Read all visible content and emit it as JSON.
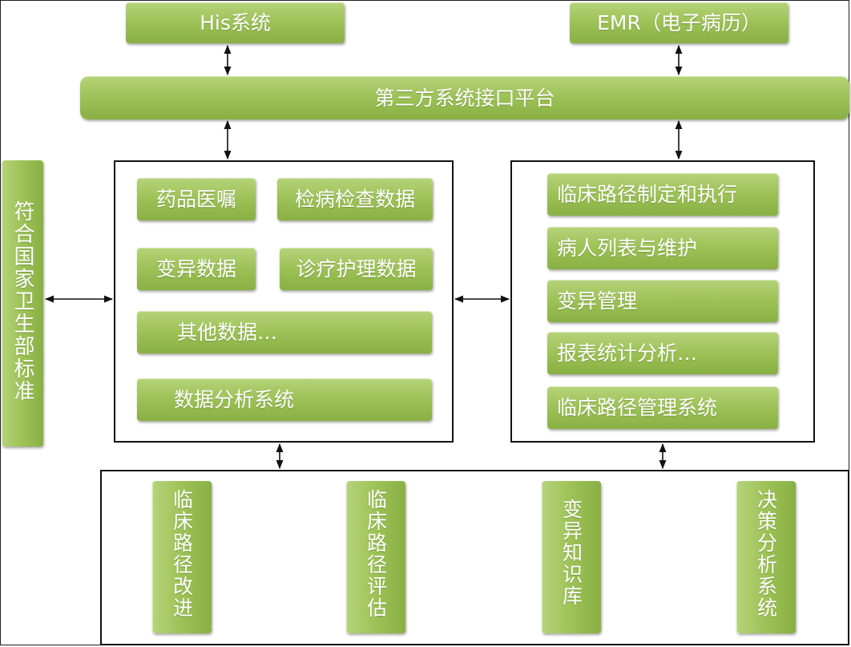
{
  "top": {
    "his": "His系统",
    "emr": "EMR（电子病历）"
  },
  "platform": "第三方系统接口平台",
  "standard": "符合国家卫生部标准",
  "data_system": {
    "items": [
      "药品医嘱",
      "检病检查数据",
      "变异数据",
      "诊疗护理数据",
      "其他数据…"
    ],
    "title": "数据分析系统"
  },
  "pathway_system": {
    "items": [
      "临床路径制定和执行",
      "病人列表与维护",
      "变异管理",
      "报表统计分析…"
    ],
    "title": "临床路径管理系统"
  },
  "bottom_modules": [
    "临床路径改进",
    "临床路径评估",
    "变异知识库",
    "决策分析系统"
  ],
  "colors": {
    "pill_green": "#9dc257",
    "pill_text": "#ffffff",
    "border": "#111111"
  }
}
